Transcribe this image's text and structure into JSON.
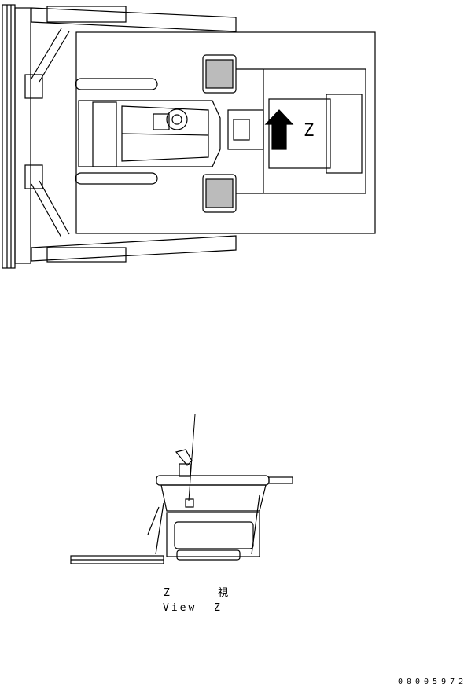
{
  "top_view": {
    "view_marker": "Z"
  },
  "side_view": {
    "caption_jp": "Z    視",
    "caption_en": "View  Z"
  },
  "footer": {
    "document_number": "00005972"
  }
}
